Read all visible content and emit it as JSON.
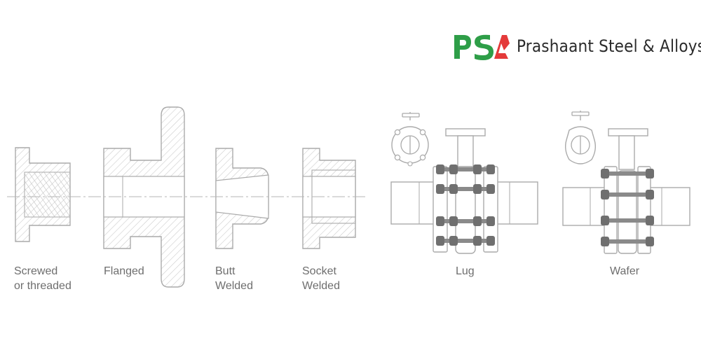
{
  "brand": {
    "mark": "PSA",
    "name": "Prashaant Steel & Alloys",
    "colors": {
      "green": "#2e9e48",
      "red": "#e43a3a",
      "dark": "#2a2a2a"
    }
  },
  "labels": {
    "screwed": {
      "line1": "Screwed",
      "line2": "or threaded"
    },
    "flanged": {
      "line1": "Flanged"
    },
    "butt": {
      "line1": "Butt",
      "line2": "Welded"
    },
    "socket": {
      "line1": "Socket",
      "line2": "Welded"
    },
    "lug": {
      "line1": "Lug"
    },
    "wafer": {
      "line1": "Wafer"
    }
  },
  "colors": {
    "outline": "#aaaaaa",
    "hatch": "#c8c8c8",
    "bolt": "#707070"
  }
}
